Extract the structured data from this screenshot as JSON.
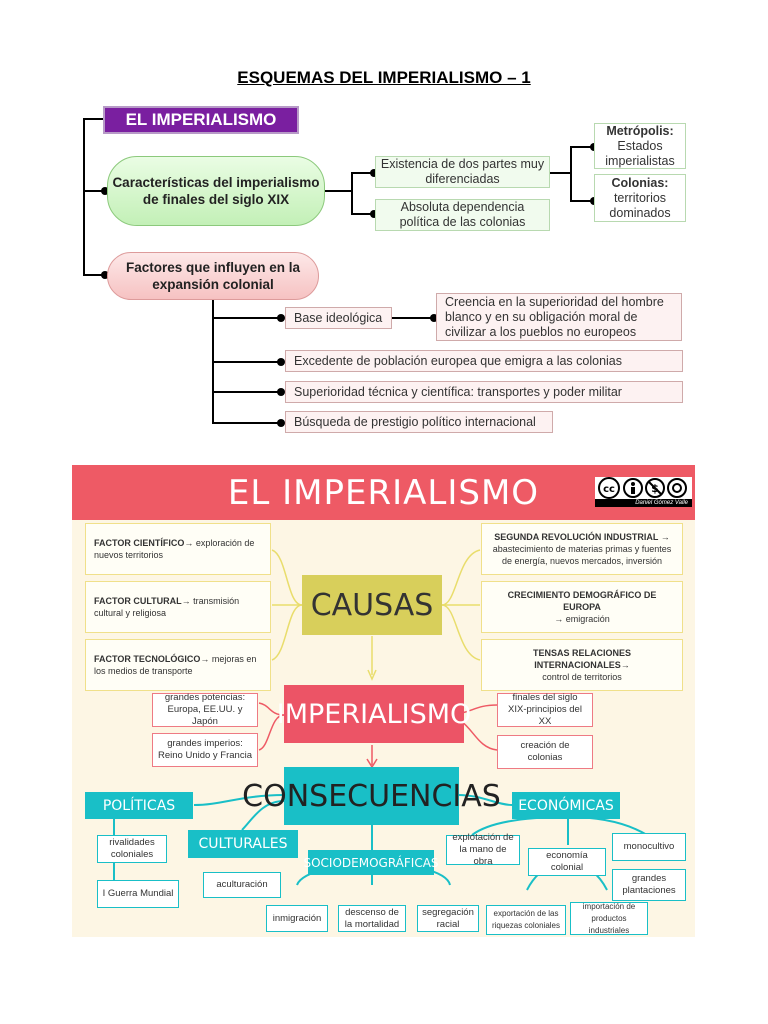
{
  "page_title": "ESQUEMAS DEL IMPERIALISMO – 1",
  "scheme1": {
    "header": "EL IMPERIALISMO",
    "caracteristicas": "Características del imperialismo de finales del siglo XIX",
    "dos_partes": "Existencia de dos partes muy diferenciadas",
    "dependencia": "Absoluta dependencia política de las colonias",
    "metropolis_label": "Metrópolis:",
    "metropolis_text": "Estados imperialistas",
    "colonias_label": "Colonias:",
    "colonias_text": "territorios dominados",
    "factores": "Factores que influyen en la expansión colonial",
    "base_ideologica": "Base ideológica",
    "creencia": "Creencia en la superioridad del hombre blanco y en su obligación moral de civilizar a los pueblos no europeos",
    "excedente": "Excedente de población europea que emigra a las colonias",
    "superioridad": "Superioridad técnica y científica: transportes y poder militar",
    "busqueda": "Búsqueda de prestigio político internacional"
  },
  "scheme2": {
    "banner": "EL IMPERIALISMO",
    "author": "Daniel Gómez Valle",
    "cc_icons": [
      "cc-icon",
      "by-icon",
      "nc-icon",
      "sa-icon"
    ],
    "left_factors": [
      {
        "head": "FACTOR CIENTÍFICO",
        "text": "→ exploración de nuevos territorios"
      },
      {
        "head": "FACTOR CULTURAL",
        "text": "→ transmisión cultural y religiosa"
      },
      {
        "head": "FACTOR TECNOLÓGICO",
        "text": "→ mejoras en los medios de transporte"
      }
    ],
    "right_factors": [
      {
        "head": "SEGUNDA REVOLUCIÓN INDUSTRIAL →",
        "text": "abastecimiento de materias primas y fuentes de energía, nuevos mercados, inversión"
      },
      {
        "head": "CRECIMIENTO DEMOGRÁFICO DE EUROPA",
        "text": "→ emigración"
      },
      {
        "head": "TENSAS RELACIONES INTERNACIONALES→",
        "text": "control de territorios"
      }
    ],
    "causas": "CAUSAS",
    "imperialismo": "IMPERIALISMO",
    "grandes_potencias": "grandes potencias: Europa, EE.UU. y Japón",
    "grandes_imperios": "grandes imperios: Reino Unido y Francia",
    "finales_siglo": "finales del siglo XIX-principios del XX",
    "creacion_colonias": "creación de colonias",
    "consecuencias": "CONSECUENCIAS",
    "politicas": "POLÍTICAS",
    "rivalidades": "rivalidades coloniales",
    "guerra": "I Guerra Mundial",
    "culturales": "CULTURALES",
    "aculturacion": "aculturación",
    "sociodemograficas": "SOCIODEMOGRÁFICAS",
    "inmigracion": "inmigración",
    "mortalidad": "descenso de la mortalidad",
    "segregacion": "segregación racial",
    "economicas": "ECONÓMICAS",
    "explotacion": "explotación de la mano de obra",
    "economia_colonial": "economía colonial",
    "monocultivo": "monocultivo",
    "plantaciones": "grandes plantaciones",
    "exportacion": "exportación de las riquezas coloniales",
    "importacion": "importación de productos industriales"
  }
}
